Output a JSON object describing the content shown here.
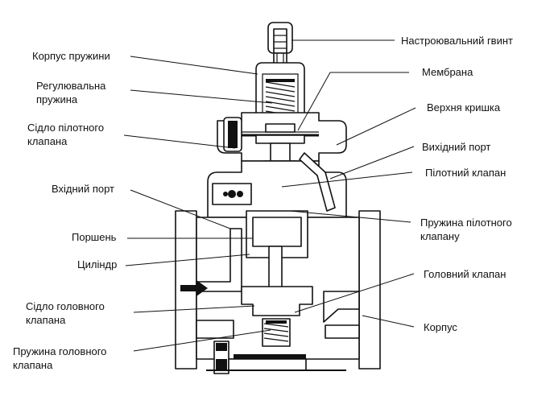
{
  "diagram": {
    "labels_left": [
      {
        "id": "spring-housing",
        "text": "Корпус пружини"
      },
      {
        "id": "adjusting-spring",
        "text": "Регулювальна\nпружина"
      },
      {
        "id": "pilot-seat",
        "text": "Сідло пілотного\nклапана"
      },
      {
        "id": "inlet-port",
        "text": "Вхідний порт"
      },
      {
        "id": "piston",
        "text": "Поршень"
      },
      {
        "id": "cylinder",
        "text": "Циліндр"
      },
      {
        "id": "main-seat",
        "text": "Сідло головного\nклапана"
      },
      {
        "id": "main-spring",
        "text": "Пружина головного\nклапана"
      }
    ],
    "labels_right": [
      {
        "id": "adjusting-screw",
        "text": "Настроювальний гвинт"
      },
      {
        "id": "diaphragm",
        "text": "Мембрана"
      },
      {
        "id": "top-cover",
        "text": "Верхня кришка"
      },
      {
        "id": "outlet-port",
        "text": "Вихідний порт"
      },
      {
        "id": "pilot-valve",
        "text": "Пілотний клапан"
      },
      {
        "id": "pilot-spring",
        "text": "Пружина пілотного\nклапану"
      },
      {
        "id": "main-valve",
        "text": "Головний клапан"
      },
      {
        "id": "body",
        "text": "Корпус"
      }
    ]
  }
}
